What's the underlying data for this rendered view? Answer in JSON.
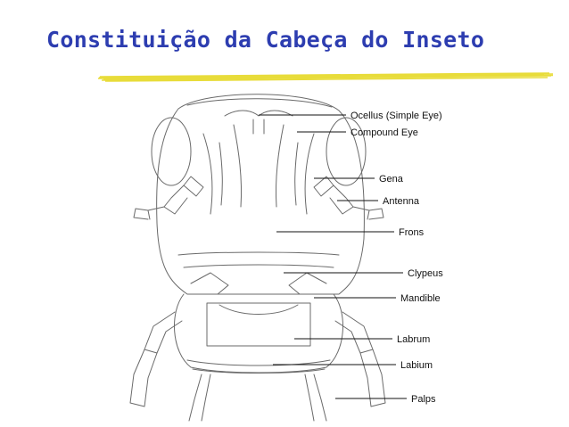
{
  "title": "Constituição da Cabeça do Inseto",
  "accent_color": "#2d3db0",
  "underline_color": "#e8dc3a",
  "labels": [
    {
      "id": "ocellus",
      "text": "Ocellus (Simple Eye)"
    },
    {
      "id": "compound-eye",
      "text": "Compound Eye"
    },
    {
      "id": "gena",
      "text": "Gena"
    },
    {
      "id": "antenna",
      "text": "Antenna"
    },
    {
      "id": "frons",
      "text": "Frons"
    },
    {
      "id": "clypeus",
      "text": "Clypeus"
    },
    {
      "id": "mandible",
      "text": "Mandible"
    },
    {
      "id": "labrum",
      "text": "Labrum"
    },
    {
      "id": "labium",
      "text": "Labium"
    },
    {
      "id": "palps",
      "text": "Palps"
    }
  ]
}
